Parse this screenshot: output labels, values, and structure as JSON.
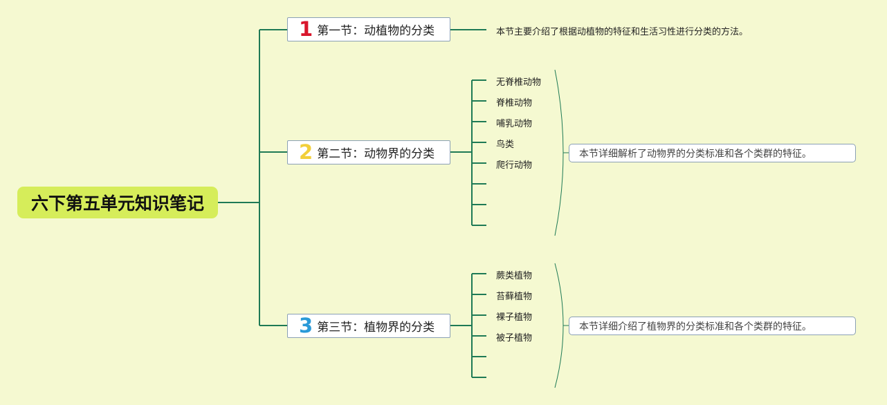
{
  "root": {
    "label": "六下第五单元知识笔记"
  },
  "sections": [
    {
      "number": "1",
      "number_color": "#d9172c",
      "label": "第一节：动植物的分类",
      "note": "本节主要介绍了根据动植物的特征和生活习性进行分类的方法。",
      "items": []
    },
    {
      "number": "2",
      "number_color": "#f2cf3a",
      "label": "第二节：动物界的分类",
      "summary": "本节详细解析了动物界的分类标准和各个类群的特征。",
      "items": [
        "无脊椎动物",
        "脊椎动物",
        "哺乳动物",
        "鸟类",
        "爬行动物",
        "",
        "",
        ""
      ]
    },
    {
      "number": "3",
      "number_color": "#2a9ad8",
      "label": "第三节：植物界的分类",
      "summary": "本节详细介绍了植物界的分类标准和各个类群的特征。",
      "items": [
        "蕨类植物",
        "苔藓植物",
        "裸子植物",
        "被子植物",
        "",
        ""
      ]
    }
  ],
  "colors": {
    "background": "#f5f9d1",
    "root_fill": "#d6ed5a",
    "connector": "#1e7a55"
  }
}
